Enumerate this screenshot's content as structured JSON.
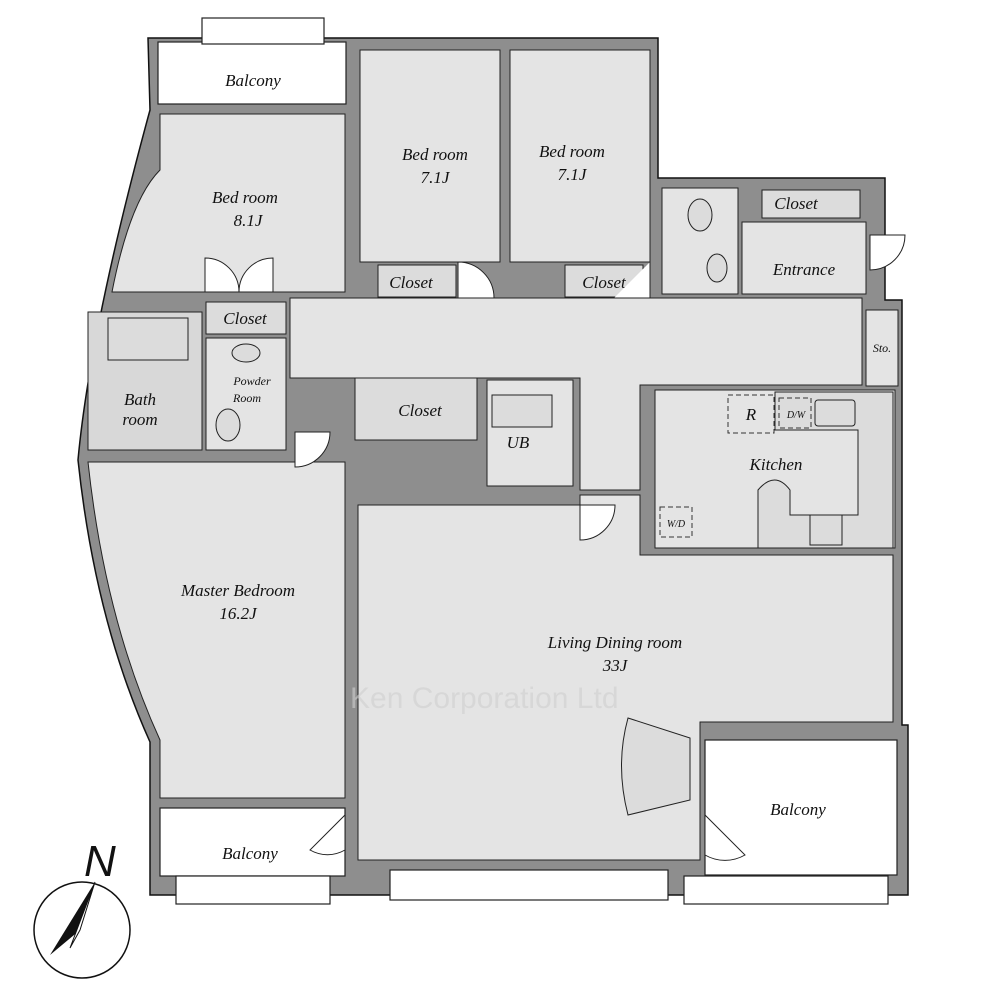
{
  "rooms": {
    "balcony_top": "Balcony",
    "bedroom_a": {
      "name": "Bed room",
      "size": "8.1J"
    },
    "bedroom_b": {
      "name": "Bed room",
      "size": "7.1J"
    },
    "bedroom_c": {
      "name": "Bed room",
      "size": "7.1J"
    },
    "closet_a": "Closet",
    "closet_b": "Closet",
    "closet_c": "Closet",
    "closet_entrance": "Closet",
    "closet_mid": "Closet",
    "entrance": "Entrance",
    "storage": "Sto.",
    "bathroom": {
      "line1": "Bath",
      "line2": "room"
    },
    "powder_room": {
      "line1": "Powder",
      "line2": "Room"
    },
    "unit_bath": "UB",
    "kitchen": "Kitchen",
    "refrigerator": "R",
    "dishwasher": "D/W",
    "washer_dryer": "W/D",
    "master_bedroom": {
      "name": "Master Bedroom",
      "size": "16.2J"
    },
    "living_dining": {
      "name": "Living Dining room",
      "size": "33J"
    },
    "balcony_bottom_left": "Balcony",
    "balcony_bottom_right": "Balcony"
  },
  "compass": {
    "label": "N"
  },
  "watermark": "Ken Corporation Ltd"
}
